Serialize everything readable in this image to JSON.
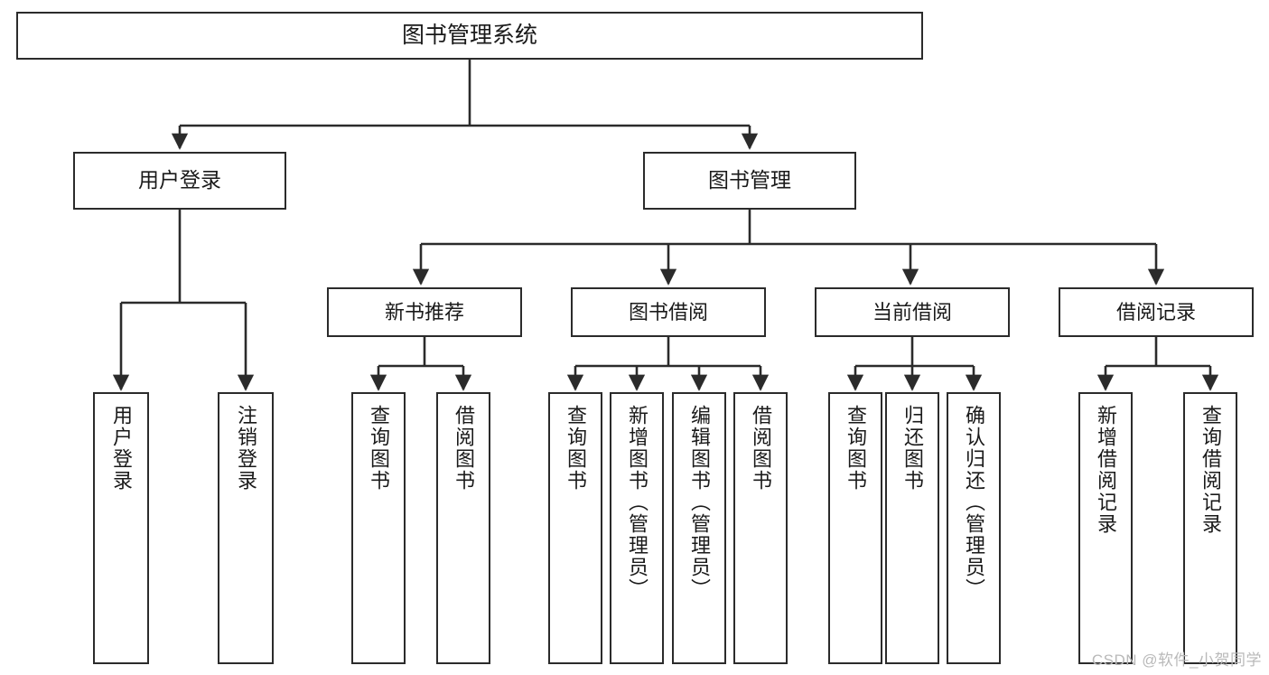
{
  "diagram": {
    "type": "tree-hierarchy",
    "title": "图书管理系统",
    "orientation": "top-down",
    "colors": {
      "box_border": "#2b2b2b",
      "box_fill": "#ffffff",
      "connector": "#2b2b2b",
      "text": "#1a1a1a",
      "watermark": "#b9b9b9",
      "background": "#ffffff"
    },
    "watermark": "CSDN @软件_小贺同学",
    "nodes": {
      "root": {
        "label": "图书管理系统"
      },
      "level2": [
        {
          "id": "user-login",
          "label": "用户登录"
        },
        {
          "id": "book-manage",
          "label": "图书管理"
        }
      ],
      "level3": [
        {
          "id": "new-book-recommend",
          "label": "新书推荐"
        },
        {
          "id": "book-borrow",
          "label": "图书借阅"
        },
        {
          "id": "current-borrow",
          "label": "当前借阅"
        },
        {
          "id": "borrow-record",
          "label": "借阅记录"
        }
      ],
      "leaves": {
        "user-login": [
          {
            "id": "leaf-user-login",
            "label": "用户登录"
          },
          {
            "id": "leaf-user-logout",
            "label": "注销登录"
          }
        ],
        "new-book-recommend": [
          {
            "id": "leaf-query-book-1",
            "label": "查询图书"
          },
          {
            "id": "leaf-borrow-book-1",
            "label": "借阅图书"
          }
        ],
        "book-borrow": [
          {
            "id": "leaf-query-book-2",
            "label": "查询图书"
          },
          {
            "id": "leaf-add-book",
            "label": "新增图书（管理员）"
          },
          {
            "id": "leaf-edit-book",
            "label": "编辑图书（管理员）"
          },
          {
            "id": "leaf-borrow-book-2",
            "label": "借阅图书"
          }
        ],
        "current-borrow": [
          {
            "id": "leaf-query-book-3",
            "label": "查询图书"
          },
          {
            "id": "leaf-return-book",
            "label": "归还图书"
          },
          {
            "id": "leaf-confirm-return",
            "label": "确认归还（管理员）"
          }
        ],
        "borrow-record": [
          {
            "id": "leaf-add-record",
            "label": "新增借阅记录"
          },
          {
            "id": "leaf-query-record",
            "label": "查询借阅记录"
          }
        ]
      }
    }
  }
}
